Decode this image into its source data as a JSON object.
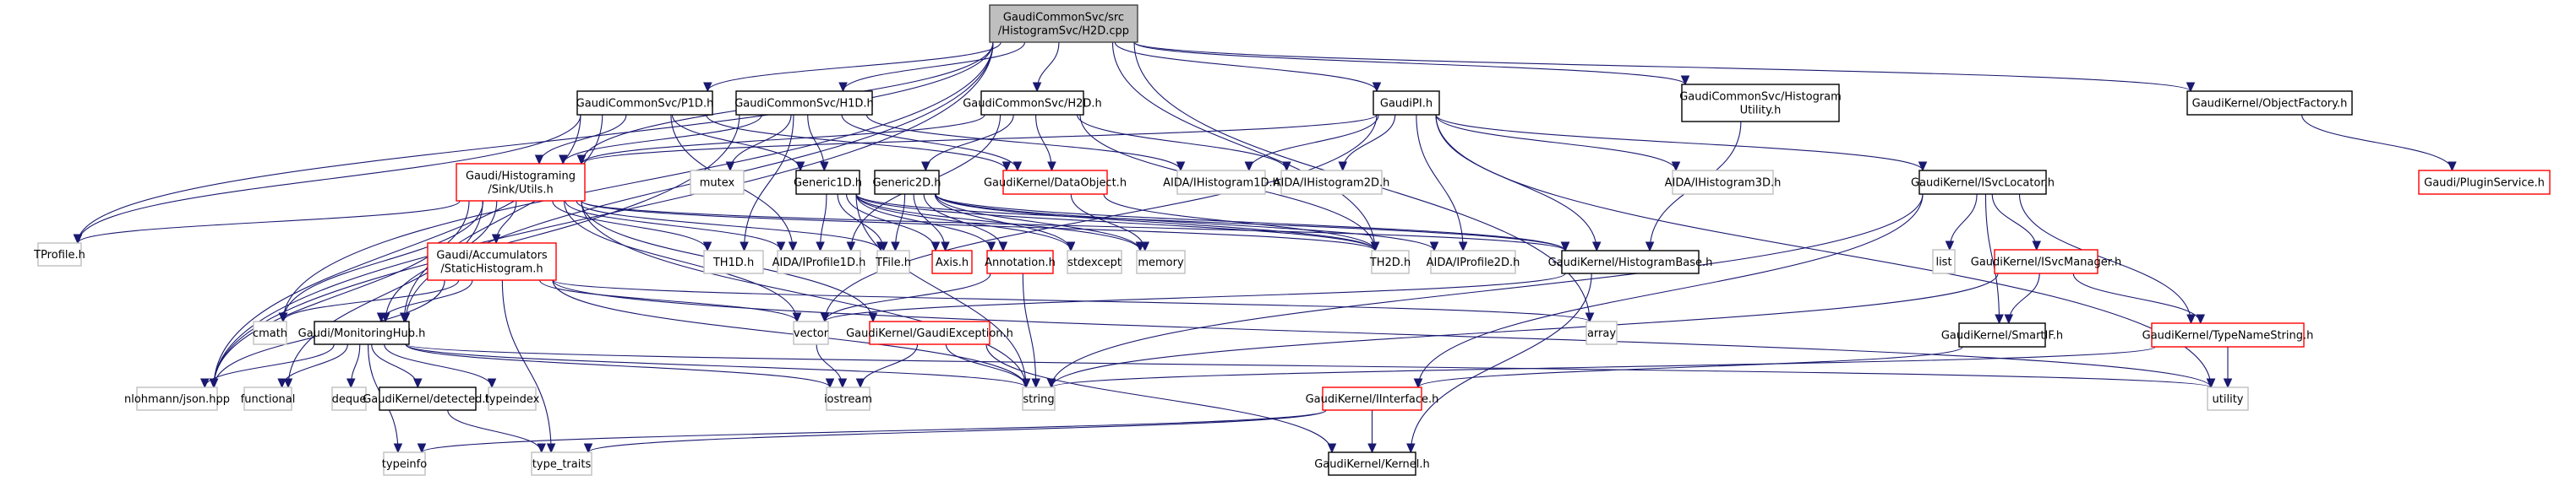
{
  "title": "GaudiCommonSvc/src/HistogramSvc/H2D.cpp include dependency graph",
  "colors": {
    "edge": "#191970",
    "root_fill": "#bfbfbf",
    "root_border": "#404040",
    "documented_border": "#000000",
    "undocumented_border": "#bfbfbf",
    "truncated_border": "#ff0000"
  },
  "legend_styles": {
    "root": "gray fill, dark border",
    "doc": "white fill, black border",
    "sys": "white fill, light gray border",
    "trunc": "white fill, red border"
  },
  "nodes": [
    {
      "id": "root",
      "label": [
        "GaudiCommonSvc/src",
        "/HistogramSvc/H2D.cpp"
      ],
      "style": "root"
    },
    {
      "id": "p1d",
      "label": [
        "GaudiCommonSvc/P1D.h"
      ],
      "style": "doc"
    },
    {
      "id": "h1d",
      "label": [
        "GaudiCommonSvc/H1D.h"
      ],
      "style": "doc"
    },
    {
      "id": "h2d",
      "label": [
        "GaudiCommonSvc/H2D.h"
      ],
      "style": "doc"
    },
    {
      "id": "gaudipi",
      "label": [
        "GaudiPI.h"
      ],
      "style": "doc"
    },
    {
      "id": "histutil",
      "label": [
        "GaudiCommonSvc/Histogram",
        "Utility.h"
      ],
      "style": "doc"
    },
    {
      "id": "objfactory",
      "label": [
        "GaudiKernel/ObjectFactory.h"
      ],
      "style": "doc"
    },
    {
      "id": "pluginsvc",
      "label": [
        "Gaudi/PluginService.h"
      ],
      "style": "trunc"
    },
    {
      "id": "utils",
      "label": [
        "Gaudi/Histograming",
        "/Sink/Utils.h"
      ],
      "style": "trunc"
    },
    {
      "id": "mutex",
      "label": [
        "mutex"
      ],
      "style": "sys"
    },
    {
      "id": "generic1d",
      "label": [
        "Generic1D.h"
      ],
      "style": "doc"
    },
    {
      "id": "generic2d",
      "label": [
        "Generic2D.h"
      ],
      "style": "doc"
    },
    {
      "id": "dataobject",
      "label": [
        "GaudiKernel/DataObject.h"
      ],
      "style": "trunc"
    },
    {
      "id": "ihist1d",
      "label": [
        "AIDA/IHistogram1D.h"
      ],
      "style": "sys"
    },
    {
      "id": "ihist2d",
      "label": [
        "AIDA/IHistogram2D.h"
      ],
      "style": "sys"
    },
    {
      "id": "ihist3d",
      "label": [
        "AIDA/IHistogram3D.h"
      ],
      "style": "sys"
    },
    {
      "id": "isvclocator",
      "label": [
        "GaudiKernel/ISvcLocator.h"
      ],
      "style": "doc"
    },
    {
      "id": "tprofile",
      "label": [
        "TProfile.h"
      ],
      "style": "sys"
    },
    {
      "id": "statichist",
      "label": [
        "Gaudi/Accumulators",
        "/StaticHistogram.h"
      ],
      "style": "trunc"
    },
    {
      "id": "th1d",
      "label": [
        "TH1D.h"
      ],
      "style": "sys"
    },
    {
      "id": "iprofile1d",
      "label": [
        "AIDA/IProfile1D.h"
      ],
      "style": "sys"
    },
    {
      "id": "tfile",
      "label": [
        "TFile.h"
      ],
      "style": "sys"
    },
    {
      "id": "axis",
      "label": [
        "Axis.h"
      ],
      "style": "trunc"
    },
    {
      "id": "annotation",
      "label": [
        "Annotation.h"
      ],
      "style": "trunc"
    },
    {
      "id": "stdexcept",
      "label": [
        "stdexcept"
      ],
      "style": "sys"
    },
    {
      "id": "memory",
      "label": [
        "memory"
      ],
      "style": "sys"
    },
    {
      "id": "th2d",
      "label": [
        "TH2D.h"
      ],
      "style": "sys"
    },
    {
      "id": "iprofile2d",
      "label": [
        "AIDA/IProfile2D.h"
      ],
      "style": "sys"
    },
    {
      "id": "histbase",
      "label": [
        "GaudiKernel/HistogramBase.h"
      ],
      "style": "doc"
    },
    {
      "id": "list",
      "label": [
        "list"
      ],
      "style": "sys"
    },
    {
      "id": "isvcmanager",
      "label": [
        "GaudiKernel/ISvcManager.h"
      ],
      "style": "trunc"
    },
    {
      "id": "cmath",
      "label": [
        "cmath"
      ],
      "style": "sys"
    },
    {
      "id": "monhub",
      "label": [
        "Gaudi/MonitoringHub.h"
      ],
      "style": "doc"
    },
    {
      "id": "vector",
      "label": [
        "vector"
      ],
      "style": "sys"
    },
    {
      "id": "gaudiexc",
      "label": [
        "GaudiKernel/GaudiException.h"
      ],
      "style": "trunc"
    },
    {
      "id": "array",
      "label": [
        "array"
      ],
      "style": "sys"
    },
    {
      "id": "smartif",
      "label": [
        "GaudiKernel/SmartIF.h"
      ],
      "style": "doc"
    },
    {
      "id": "typenamestr",
      "label": [
        "GaudiKernel/TypeNameString.h"
      ],
      "style": "trunc"
    },
    {
      "id": "json",
      "label": [
        "nlohmann/json.hpp"
      ],
      "style": "sys"
    },
    {
      "id": "functional",
      "label": [
        "functional"
      ],
      "style": "sys"
    },
    {
      "id": "deque",
      "label": [
        "deque"
      ],
      "style": "sys"
    },
    {
      "id": "detected",
      "label": [
        "GaudiKernel/detected.h"
      ],
      "style": "doc"
    },
    {
      "id": "typeindex",
      "label": [
        "typeindex"
      ],
      "style": "sys"
    },
    {
      "id": "iostream",
      "label": [
        "iostream"
      ],
      "style": "sys"
    },
    {
      "id": "string",
      "label": [
        "string"
      ],
      "style": "sys"
    },
    {
      "id": "iinterface",
      "label": [
        "GaudiKernel/IInterface.h"
      ],
      "style": "trunc"
    },
    {
      "id": "utility",
      "label": [
        "utility"
      ],
      "style": "sys"
    },
    {
      "id": "typeinfo",
      "label": [
        "typeinfo"
      ],
      "style": "sys"
    },
    {
      "id": "typetraits",
      "label": [
        "type_traits"
      ],
      "style": "sys"
    },
    {
      "id": "kernel",
      "label": [
        "GaudiKernel/Kernel.h"
      ],
      "style": "doc"
    }
  ],
  "edges": [
    [
      "root",
      "p1d"
    ],
    [
      "root",
      "h1d"
    ],
    [
      "root",
      "h2d"
    ],
    [
      "root",
      "gaudipi"
    ],
    [
      "root",
      "histutil"
    ],
    [
      "root",
      "objfactory"
    ],
    [
      "root",
      "utils"
    ],
    [
      "root",
      "monhub"
    ],
    [
      "root",
      "tprofile"
    ],
    [
      "root",
      "cmath"
    ],
    [
      "root",
      "json"
    ],
    [
      "root",
      "th2d"
    ],
    [
      "root",
      "array"
    ],
    [
      "p1d",
      "utils"
    ],
    [
      "p1d",
      "generic1d"
    ],
    [
      "p1d",
      "dataobject"
    ],
    [
      "p1d",
      "tprofile"
    ],
    [
      "p1d",
      "json"
    ],
    [
      "p1d",
      "iprofile1d"
    ],
    [
      "p1d",
      "monhub"
    ],
    [
      "h1d",
      "utils"
    ],
    [
      "h1d",
      "mutex"
    ],
    [
      "h1d",
      "generic1d"
    ],
    [
      "h1d",
      "dataobject"
    ],
    [
      "h1d",
      "ihist1d"
    ],
    [
      "h1d",
      "th1d"
    ],
    [
      "h1d",
      "json"
    ],
    [
      "h2d",
      "utils"
    ],
    [
      "h2d",
      "generic2d"
    ],
    [
      "h2d",
      "dataobject"
    ],
    [
      "h2d",
      "ihist2d"
    ],
    [
      "h2d",
      "th2d"
    ],
    [
      "h2d",
      "iprofile1d"
    ],
    [
      "gaudipi",
      "ihist1d"
    ],
    [
      "gaudipi",
      "ihist2d"
    ],
    [
      "gaudipi",
      "ihist3d"
    ],
    [
      "gaudipi",
      "isvclocator"
    ],
    [
      "gaudipi",
      "histbase"
    ],
    [
      "gaudipi",
      "iprofile2d"
    ],
    [
      "gaudipi",
      "vector"
    ],
    [
      "gaudipi",
      "utility"
    ],
    [
      "gaudipi",
      "utils"
    ],
    [
      "histutil",
      "histbase"
    ],
    [
      "objfactory",
      "pluginsvc"
    ],
    [
      "utils",
      "statichist"
    ],
    [
      "utils",
      "monhub"
    ],
    [
      "utils",
      "tprofile"
    ],
    [
      "utils",
      "th1d"
    ],
    [
      "utils",
      "th2d"
    ],
    [
      "utils",
      "iprofile1d"
    ],
    [
      "utils",
      "tfile"
    ],
    [
      "utils",
      "cmath"
    ],
    [
      "utils",
      "json"
    ],
    [
      "utils",
      "functional"
    ],
    [
      "utils",
      "string"
    ],
    [
      "utils",
      "vector"
    ],
    [
      "utils",
      "gaudiexc"
    ],
    [
      "utils",
      "histbase"
    ],
    [
      "statichist",
      "monhub"
    ],
    [
      "statichist",
      "cmath"
    ],
    [
      "statichist",
      "json"
    ],
    [
      "statichist",
      "array"
    ],
    [
      "statichist",
      "utility"
    ],
    [
      "statichist",
      "string"
    ],
    [
      "statichist",
      "vector"
    ],
    [
      "statichist",
      "typetraits"
    ],
    [
      "generic1d",
      "iprofile1d"
    ],
    [
      "generic1d",
      "tfile"
    ],
    [
      "generic1d",
      "axis"
    ],
    [
      "generic1d",
      "annotation"
    ],
    [
      "generic1d",
      "stdexcept"
    ],
    [
      "generic1d",
      "memory"
    ],
    [
      "generic1d",
      "th2d"
    ],
    [
      "generic1d",
      "histbase"
    ],
    [
      "generic1d",
      "string"
    ],
    [
      "generic2d",
      "tfile"
    ],
    [
      "generic2d",
      "axis"
    ],
    [
      "generic2d",
      "annotation"
    ],
    [
      "generic2d",
      "stdexcept"
    ],
    [
      "generic2d",
      "memory"
    ],
    [
      "generic2d",
      "th2d"
    ],
    [
      "generic2d",
      "iprofile2d"
    ],
    [
      "generic2d",
      "histbase"
    ],
    [
      "dataobject",
      "memory"
    ],
    [
      "dataobject",
      "th2d"
    ],
    [
      "annotation",
      "string"
    ],
    [
      "annotation",
      "vector"
    ],
    [
      "histbase",
      "vector"
    ],
    [
      "histbase",
      "kernel"
    ],
    [
      "isvclocator",
      "list"
    ],
    [
      "isvclocator",
      "isvcmanager"
    ],
    [
      "isvclocator",
      "smartif"
    ],
    [
      "isvclocator",
      "typenamestr"
    ],
    [
      "isvclocator",
      "string"
    ],
    [
      "isvclocator",
      "iinterface"
    ],
    [
      "isvcmanager",
      "smartif"
    ],
    [
      "isvcmanager",
      "typenamestr"
    ],
    [
      "isvcmanager",
      "string"
    ],
    [
      "smartif",
      "iinterface"
    ],
    [
      "typenamestr",
      "utility"
    ],
    [
      "typenamestr",
      "string"
    ],
    [
      "monhub",
      "json"
    ],
    [
      "monhub",
      "functional"
    ],
    [
      "monhub",
      "deque"
    ],
    [
      "monhub",
      "detected"
    ],
    [
      "monhub",
      "typeindex"
    ],
    [
      "monhub",
      "typeinfo"
    ],
    [
      "monhub",
      "iostream"
    ],
    [
      "monhub",
      "string"
    ],
    [
      "monhub",
      "utility"
    ],
    [
      "detected",
      "typetraits"
    ],
    [
      "gaudiexc",
      "iostream"
    ],
    [
      "gaudiexc",
      "string"
    ],
    [
      "gaudiexc",
      "kernel"
    ],
    [
      "iinterface",
      "typeinfo"
    ],
    [
      "iinterface",
      "typetraits"
    ],
    [
      "iinterface",
      "kernel"
    ],
    [
      "vector",
      "iostream"
    ]
  ]
}
